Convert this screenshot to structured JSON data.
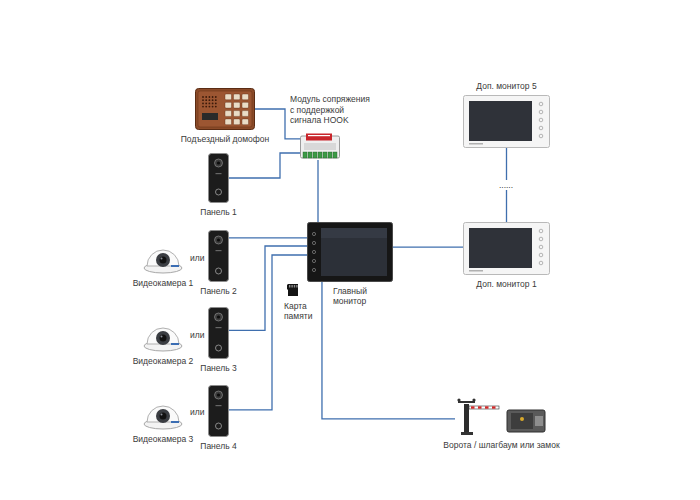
{
  "diagram": {
    "nodes": [
      {
        "text": [
          "Подъездный домофон"
        ]
      },
      {
        "text": [
          "Модуль сопряжения с поддержкой сигнала HOOK"
        ]
      },
      {
        "text": [
          "Доп. монитор 5"
        ]
      },
      {
        "text": [
          "Панель 1"
        ]
      },
      {
        "text": [
          "Главный монитор"
        ]
      },
      {
        "text": [
          "Доп. монитор 1"
        ]
      },
      {
        "text": [
          "Видеокамера 1"
        ]
      },
      {
        "text": [
          "Панель 2"
        ]
      },
      {
        "text": [
          "Карта памяти"
        ]
      },
      {
        "text": [
          "Видеокамера 2"
        ]
      },
      {
        "text": [
          "Панель 3"
        ]
      },
      {
        "text": [
          "Видеокамера 3"
        ]
      },
      {
        "text": [
          "Панель 4"
        ]
      },
      {
        "text": [
          "Ворота / шлагбаум или замок"
        ]
      }
    ],
    "edges": [
      {
        "from": 0,
        "to": 1,
        "arrow": "none"
      },
      {
        "from": 3,
        "to": 1,
        "arrow": "none"
      },
      {
        "from": 1,
        "to": 4,
        "arrow": "none"
      },
      {
        "from": 7,
        "to": 4,
        "arrow": "none"
      },
      {
        "from": 10,
        "to": 4,
        "arrow": "none"
      },
      {
        "from": 12,
        "to": 4,
        "arrow": "none"
      },
      {
        "from": 4,
        "to": 5,
        "arrow": "none"
      },
      {
        "from": 5,
        "to": 2,
        "arrow": "none"
      },
      {
        "from": 4,
        "to": 13,
        "arrow": "none"
      }
    ],
    "labels": [
      "или",
      "или",
      "или",
      "......"
    ]
  }
}
